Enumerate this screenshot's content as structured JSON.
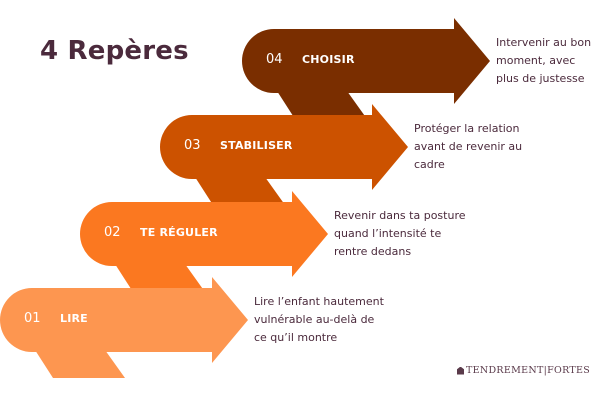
{
  "title": "4 Repères",
  "steps": [
    {
      "number": "01",
      "label": "LIRE",
      "description": "Lire l’enfant hautement\nvulnérable  au-delà de\nce qu’il montre",
      "color": "#fd9650"
    },
    {
      "number": "02",
      "label": "TE RÉGULER",
      "description": "Revenir dans ta posture\nquand l’intensité te\nrentre dedans",
      "color": "#fb7820"
    },
    {
      "number": "03",
      "label": "STABILISER",
      "description": "Protéger la relation\navant de revenir au\ncadre",
      "color": "#cc5200"
    },
    {
      "number": "04",
      "label": "CHOISIR",
      "description": "Intervenir au bon\nmoment, avec\nplus de justesse",
      "color": "#7a2e00"
    }
  ],
  "logo": {
    "text": "TENDREMENT|FORTES",
    "icon": "house-icon"
  }
}
